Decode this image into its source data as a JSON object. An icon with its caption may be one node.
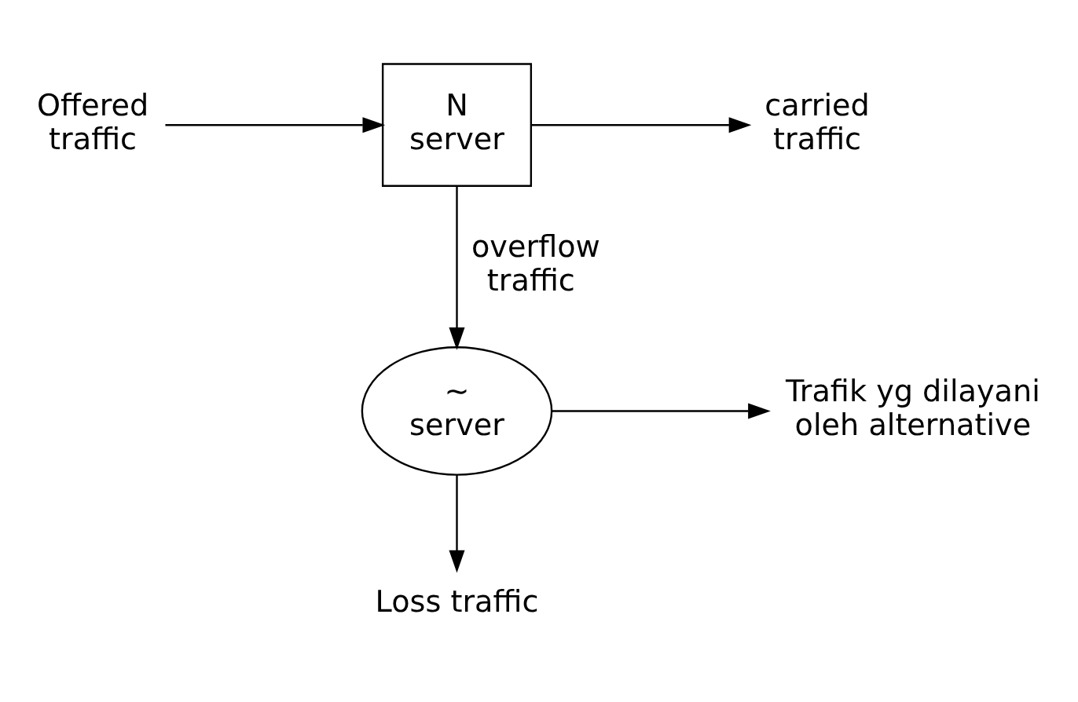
{
  "diagram": {
    "nodes": [
      {
        "text": [
          "Offered traffic"
        ]
      },
      {
        "text": [
          "N server"
        ]
      },
      {
        "text": [
          "carried traffic"
        ]
      },
      {
        "text": [
          "~ server"
        ]
      },
      {
        "text": [
          "Trafik yg dilayani oleh alternative"
        ]
      },
      {
        "text": [
          "Loss traffic"
        ]
      }
    ],
    "edges": [
      {
        "from": 0,
        "to": 1,
        "arrow": "to"
      },
      {
        "from": 1,
        "to": 2,
        "arrow": "to"
      },
      {
        "from": 1,
        "to": 3,
        "arrow": "to",
        "label": "overflow traffic"
      },
      {
        "from": 3,
        "to": 4,
        "arrow": "to"
      },
      {
        "from": 3,
        "to": 5,
        "arrow": "to"
      }
    ]
  }
}
